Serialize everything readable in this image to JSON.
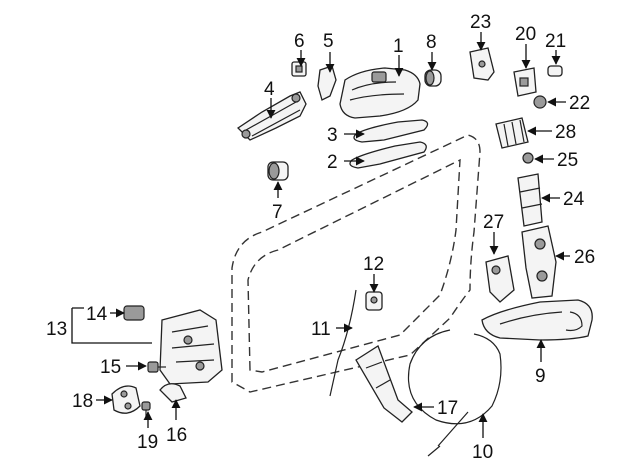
{
  "diagram": {
    "callouts": [
      "1",
      "2",
      "3",
      "4",
      "5",
      "6",
      "7",
      "8",
      "9",
      "10",
      "11",
      "12",
      "13",
      "14",
      "15",
      "16",
      "17",
      "18",
      "19",
      "20",
      "21",
      "22",
      "23",
      "24",
      "25",
      "26",
      "27",
      "28"
    ]
  }
}
